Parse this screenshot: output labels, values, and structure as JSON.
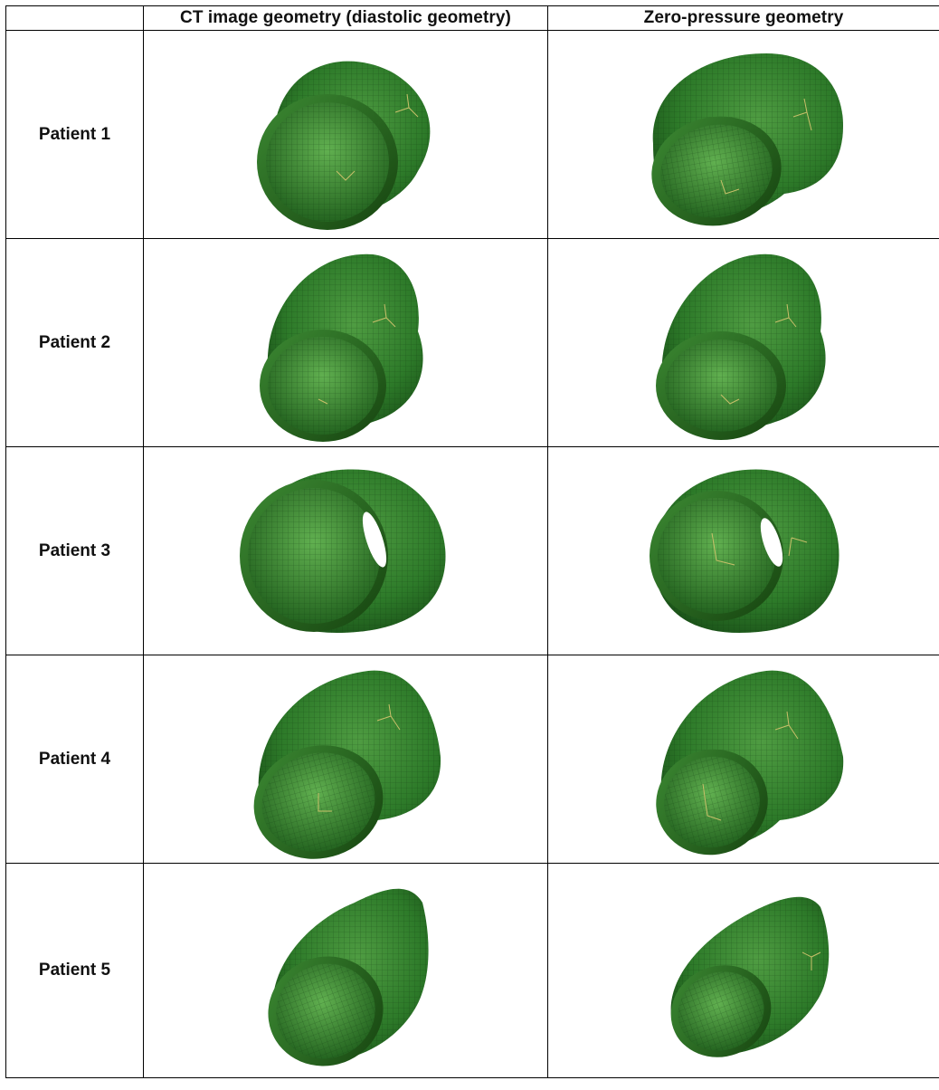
{
  "table": {
    "headers": [
      "",
      "CT image geometry (diastolic geometry)",
      "Zero-pressure geometry"
    ],
    "rows": [
      {
        "label": "Patient 1"
      },
      {
        "label": "Patient 2"
      },
      {
        "label": "Patient 3"
      },
      {
        "label": "Patient 4"
      },
      {
        "label": "Patient 5"
      }
    ]
  },
  "colors": {
    "mesh_green": "#2e7d2a",
    "mesh_dark": "#1b4d18",
    "mesh_light": "#5fae4f",
    "axis_triad": "#c9c06a"
  }
}
